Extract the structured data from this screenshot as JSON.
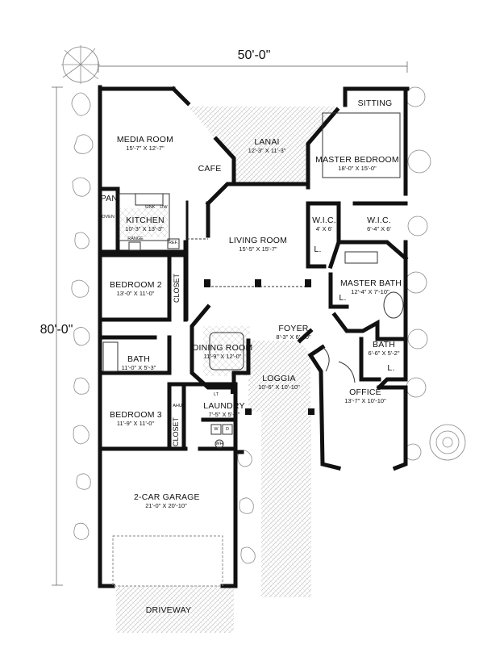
{
  "plan": {
    "overall_width": "50'-0\"",
    "overall_depth": "80'-0\"",
    "colors": {
      "wall": "#111111",
      "paver": "#b9b9b9",
      "landscape": "#7a7a7a"
    },
    "rooms": {
      "media_room": {
        "name": "MEDIA ROOM",
        "dims": "15'-7\" X 12'-7\""
      },
      "cafe": {
        "name": "CAFE"
      },
      "lanai": {
        "name": "LANAI",
        "dims": "12'-3\" X 11'-3\""
      },
      "sitting": {
        "name": "SITTING"
      },
      "master_bedroom": {
        "name": "MASTER BEDROOM",
        "dims": "18'-0\" X 15'-0\""
      },
      "pantry": {
        "name": "PAN."
      },
      "kitchen": {
        "name": "KITCHEN",
        "dims": "10'-3\" X 13'-3\""
      },
      "wic1": {
        "name": "W.I.C.",
        "dims": "4' X 6'"
      },
      "wic2": {
        "name": "W.I.C.",
        "dims": "6'-4\" X 6'"
      },
      "living_room": {
        "name": "LIVING ROOM",
        "dims": "15'-5\" X 15'-7\""
      },
      "master_bath": {
        "name": "MASTER BATH",
        "dims": "12'-4\" X 7'-10\""
      },
      "bedroom2": {
        "name": "BEDROOM 2",
        "dims": "13'-0\" X 11'-0\""
      },
      "foyer": {
        "name": "FOYER",
        "dims": "8'-3\" X 6'-10\""
      },
      "dining_room": {
        "name": "DINING ROOM",
        "dims": "11'-9\" X 12'-0\""
      },
      "bath1": {
        "name": "BATH",
        "dims": "11'-0\" X 5'-3\""
      },
      "bath2": {
        "name": "BATH",
        "dims": "6'-6\" X 5'-2\""
      },
      "loggia": {
        "name": "LOGGIA",
        "dims": "10'-6\" X 10'-10\""
      },
      "laundry": {
        "name": "LAUNDRY",
        "dims": "7'-5\" X 5'-7\""
      },
      "bedroom3": {
        "name": "BEDROOM 3",
        "dims": "11'-9\" X 11'-0\""
      },
      "office": {
        "name": "OFFICE",
        "dims": "13'-7\" X 10'-10\""
      },
      "garage": {
        "name": "2-CAR GARAGE",
        "dims": "21'-0\" X 20'-10\""
      },
      "driveway": {
        "name": "DRIVEWAY"
      }
    },
    "closet_labels": {
      "closet_a": "CLOSET",
      "closet_b": "CLOSET"
    },
    "linen_labels": {
      "l1": "L.",
      "l2": "L.",
      "l3": "L."
    },
    "fixtures": {
      "oven": "OVEN",
      "sink": "SINK",
      "dw": "DW",
      "range": "RANGE",
      "ref": "REF.",
      "ahu": "AHU",
      "lt": "LT",
      "washer": "W",
      "dryer": "D",
      "water_heater": "WH"
    }
  }
}
